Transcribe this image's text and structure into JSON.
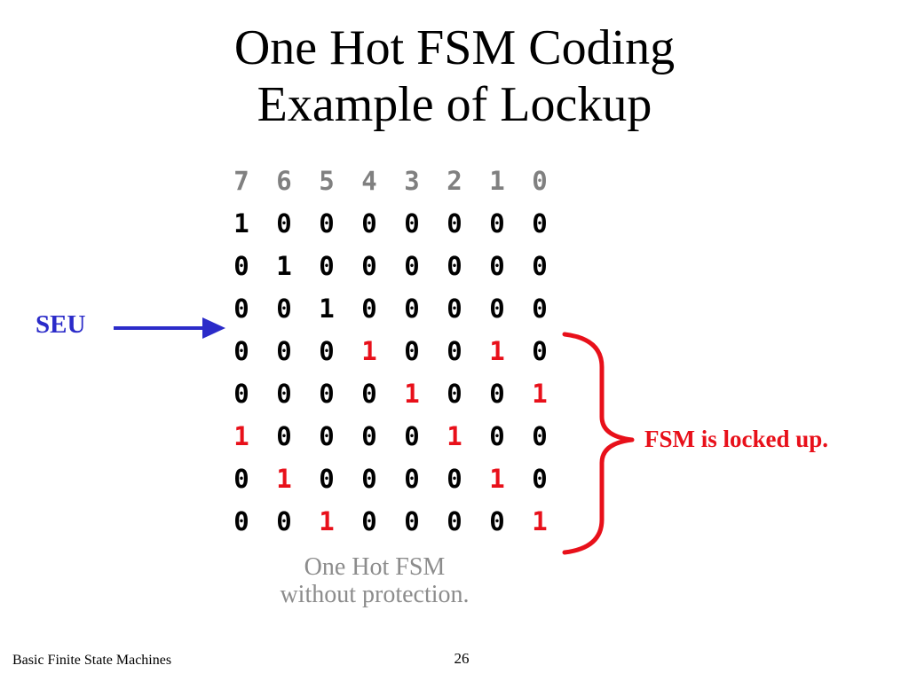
{
  "title": {
    "line1": "One Hot FSM Coding",
    "line2": "Example of Lockup"
  },
  "table": {
    "header": [
      "7",
      "6",
      "5",
      "4",
      "3",
      "2",
      "1",
      "0"
    ],
    "rows": [
      [
        "1",
        "0",
        "0",
        "0",
        "0",
        "0",
        "0",
        "0"
      ],
      [
        "0",
        "1",
        "0",
        "0",
        "0",
        "0",
        "0",
        "0"
      ],
      [
        "0",
        "0",
        "1",
        "0",
        "0",
        "0",
        "0",
        "0"
      ],
      [
        "0",
        "0",
        "0",
        "1",
        "0",
        "0",
        "1",
        "0"
      ],
      [
        "0",
        "0",
        "0",
        "0",
        "1",
        "0",
        "0",
        "1"
      ],
      [
        "1",
        "0",
        "0",
        "0",
        "0",
        "1",
        "0",
        "0"
      ],
      [
        "0",
        "1",
        "0",
        "0",
        "0",
        "0",
        "1",
        "0"
      ],
      [
        "0",
        "0",
        "1",
        "0",
        "0",
        "0",
        "0",
        "1"
      ]
    ],
    "highlighted": [
      [],
      [],
      [],
      [
        "4",
        "1"
      ],
      [
        "3",
        "0"
      ],
      [
        "7",
        "2"
      ],
      [
        "6",
        "1"
      ],
      [
        "5",
        "0"
      ]
    ]
  },
  "annotations": {
    "seu_label": "SEU",
    "locked_label": "FSM is locked up."
  },
  "caption": {
    "line1": "One Hot FSM",
    "line2": "without protection."
  },
  "footer": {
    "left": "Basic Finite State Machines",
    "page_number": "26"
  },
  "colors": {
    "highlight": "#e8101a",
    "seu": "#2b2bc9",
    "header_bits": "#808080",
    "caption": "#8c8c8c"
  }
}
